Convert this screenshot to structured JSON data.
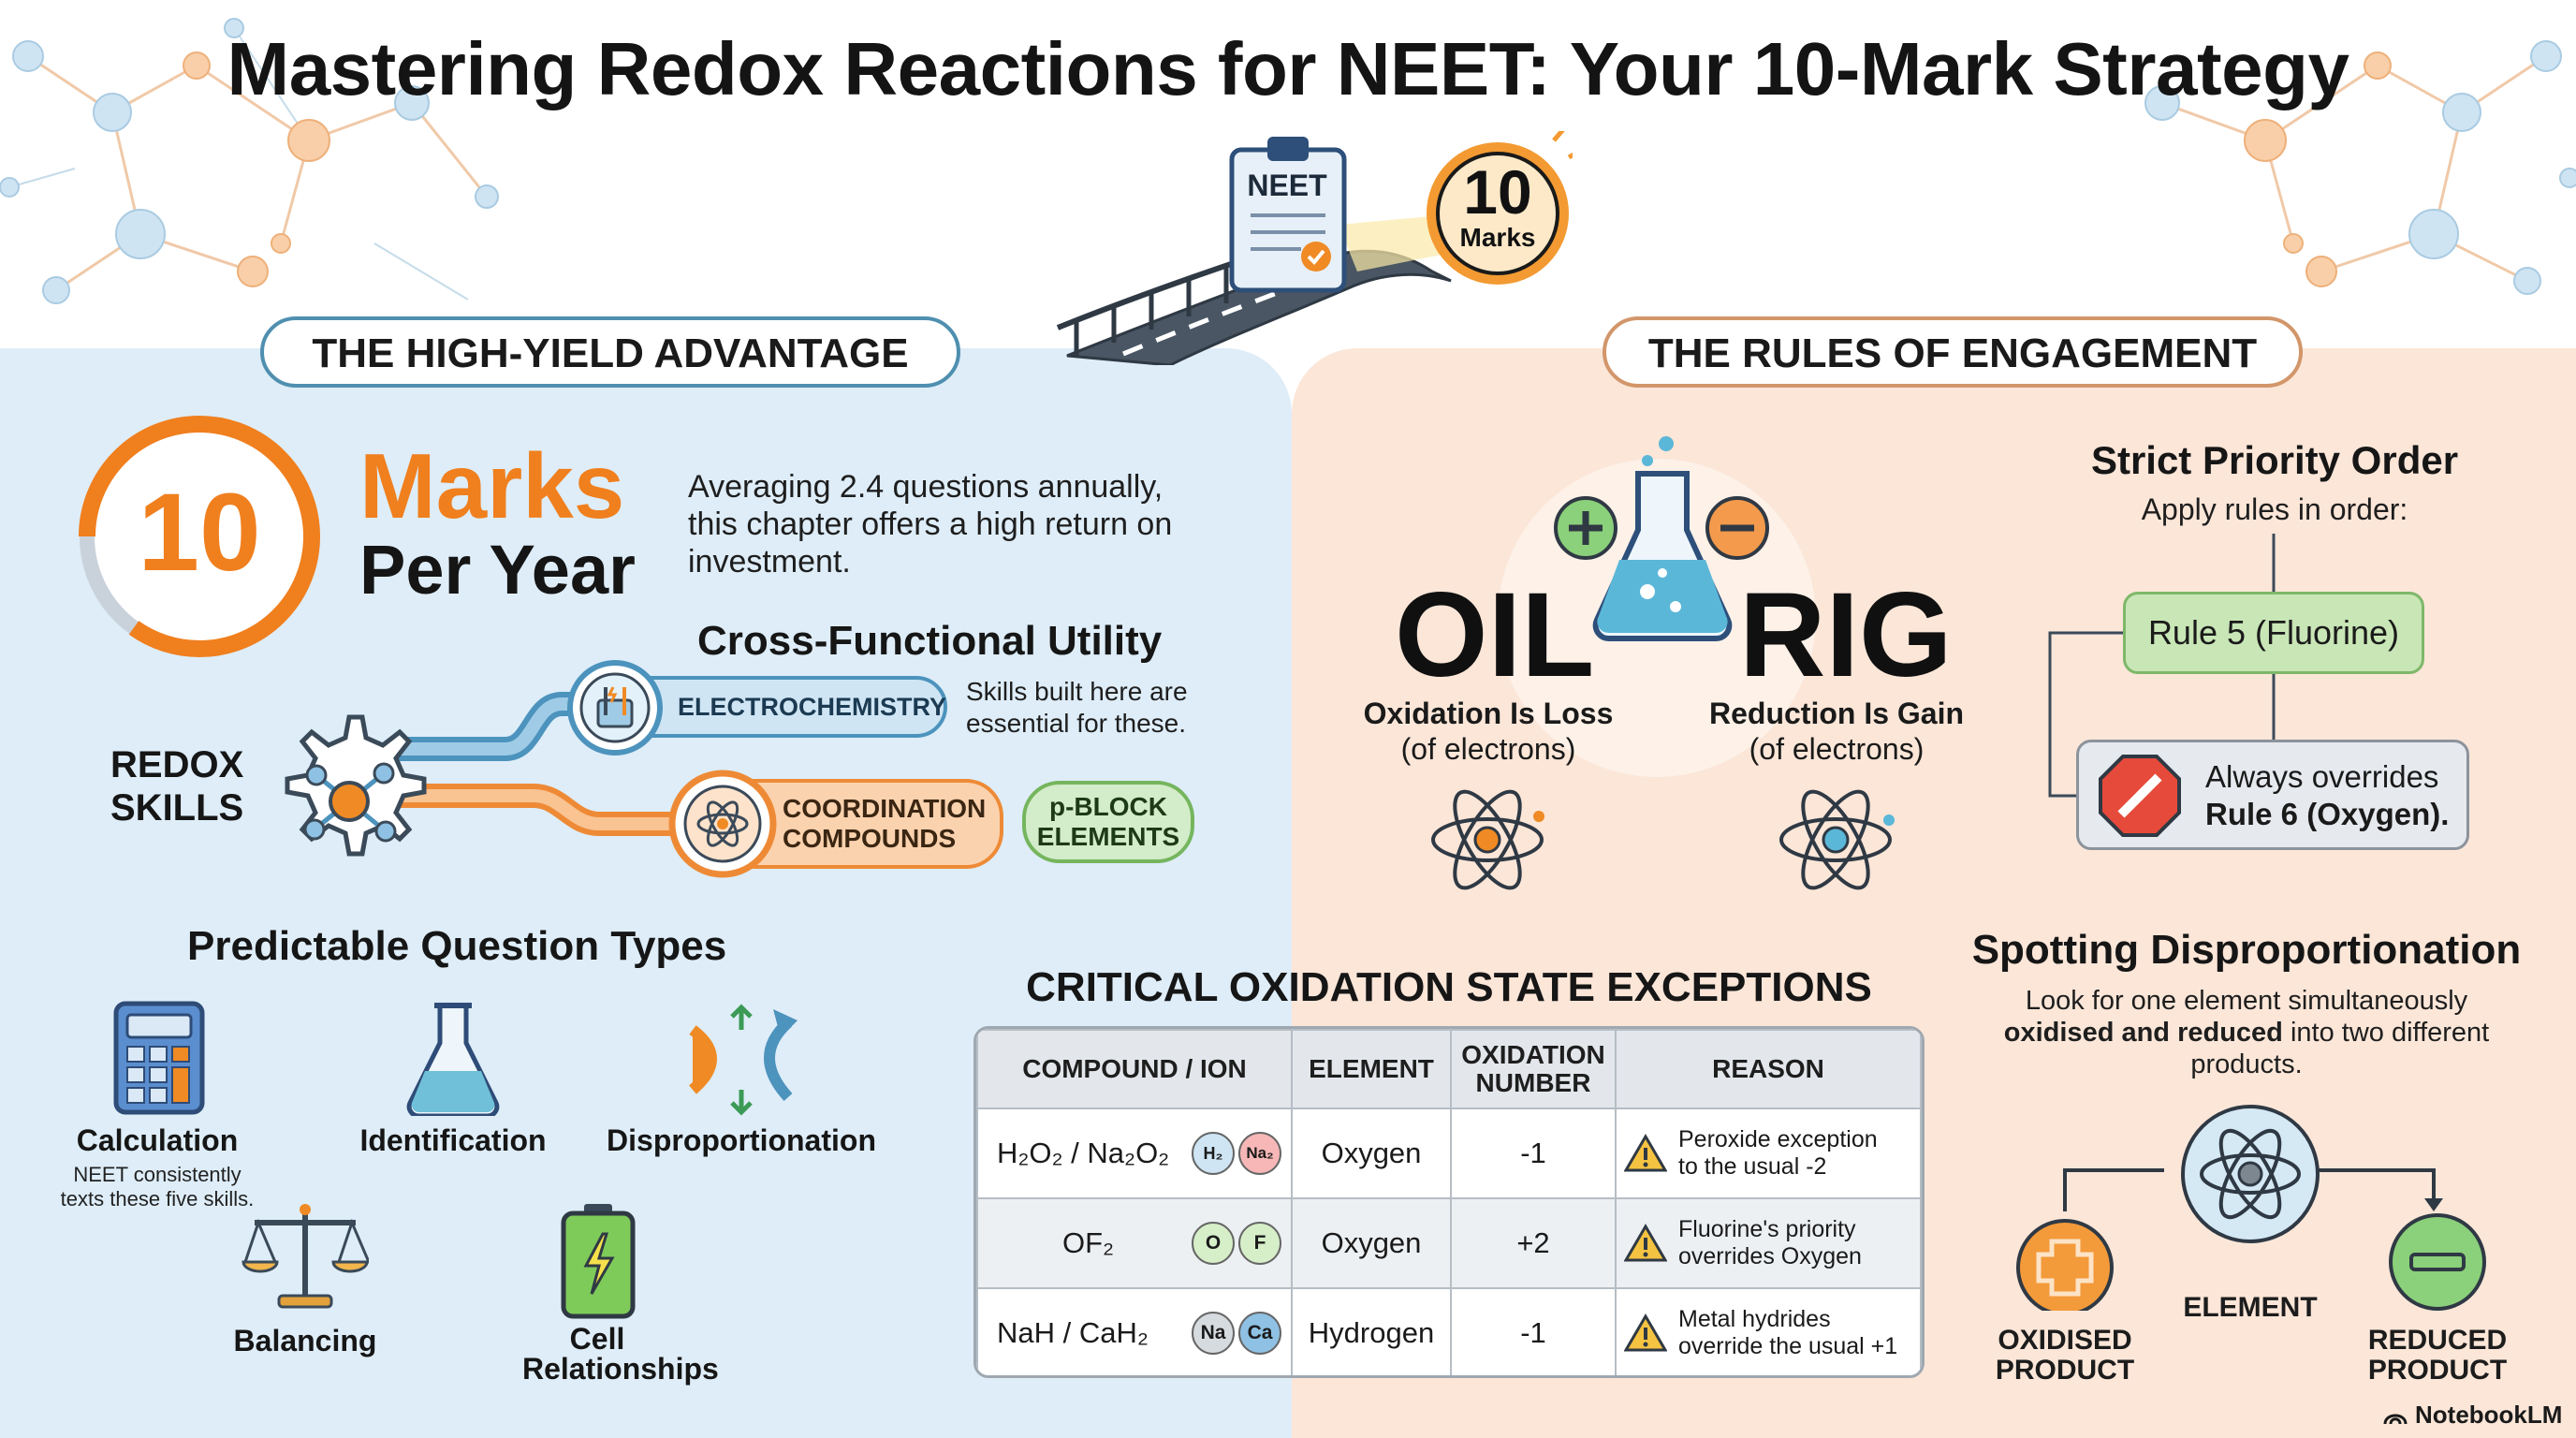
{
  "title": "Mastering Redox Reactions for NEET: Your 10-Mark Strategy",
  "banner": {
    "clipboard_label": "NEET",
    "badge_number": "10",
    "badge_label": "Marks"
  },
  "left_section": {
    "heading": "THE HIGH-YIELD ADVANTAGE",
    "marks_number": "10",
    "marks_word": "Marks",
    "per_year": "Per Year",
    "average_text": "Averaging 2.4 questions annually, this chapter offers a high return on investment.",
    "utility": {
      "heading": "Cross-Functional Utility",
      "hub_label_line1": "REDOX",
      "hub_label_line2": "SKILLS",
      "chip_electro": "ELECTROCHEMISTRY",
      "chip_coord_line1": "COORDINATION",
      "chip_coord_line2": "COMPOUNDS",
      "chip_pblock_line1": "p-BLOCK",
      "chip_pblock_line2": "ELEMENTS",
      "note": "Skills built here are essential for these."
    },
    "question_types": {
      "heading": "Predictable Question Types",
      "items": [
        {
          "label": "Calculation",
          "icon": "calculator-icon"
        },
        {
          "label": "Identification",
          "icon": "flask-icon"
        },
        {
          "label": "Disproportionation",
          "icon": "split-arrows-icon"
        },
        {
          "label": "Balancing",
          "icon": "scales-icon"
        },
        {
          "label": "Cell Relationships",
          "icon": "battery-icon"
        }
      ],
      "note": "NEET consistently texts these five skills."
    }
  },
  "right_section": {
    "heading": "THE RULES OF ENGAGEMENT",
    "mnemonic": {
      "oil": "OIL",
      "rig": "RIG",
      "oil_line1": "Oxidation Is Loss",
      "oil_line2": "(of electrons)",
      "rig_line1": "Reduction Is Gain",
      "rig_line2": "(of electrons)"
    },
    "priority": {
      "heading": "Strict Priority Order",
      "subheading": "Apply rules in order:",
      "rule5": "Rule 5 (Fluorine)",
      "rule6_line1": "Always overrides",
      "rule6_line2": "Rule 6 (Oxygen)."
    },
    "disproportionation": {
      "heading": "Spotting Disproportionation",
      "desc_line1": "Look for one element simultaneously",
      "desc_bold": "oxidised and reduced",
      "desc_line2_rest": " into two different",
      "desc_line3": "products.",
      "center_label": "ELEMENT",
      "left_line1": "OXIDISED",
      "left_line2": "PRODUCT",
      "right_line1": "REDUCED",
      "right_line2": "PRODUCT"
    }
  },
  "exceptions_table": {
    "heading": "CRITICAL OXIDATION STATE EXCEPTIONS",
    "columns": [
      "COMPOUND / ION",
      "ELEMENT",
      "OXIDATION NUMBER",
      "REASON"
    ],
    "rows": [
      {
        "compound": "H₂O₂ / Na₂O₂",
        "bubbles": [
          "H₂",
          "Na₂"
        ],
        "element": "Oxygen",
        "oxidation": "-1",
        "reason_line1": "Peroxide exception",
        "reason_line2": "to the usual -2"
      },
      {
        "compound": "OF₂",
        "bubbles": [
          "O",
          "F"
        ],
        "element": "Oxygen",
        "oxidation": "+2",
        "reason_line1": "Fluorine's priority",
        "reason_line2": "overrides Oxygen"
      },
      {
        "compound": "NaH / CaH₂",
        "bubbles": [
          "Na",
          "Ca"
        ],
        "element": "Hydrogen",
        "oxidation": "-1",
        "reason_line1": "Metal hydrides",
        "reason_line2": "override the usual +1"
      }
    ]
  },
  "footer": {
    "brand": "NotebookLM"
  },
  "colors": {
    "orange": "#f07f1e",
    "blue": "#4c93bd",
    "green": "#75b55d",
    "left_bg": "#deedf8",
    "right_bg": "#fbe6d8"
  }
}
